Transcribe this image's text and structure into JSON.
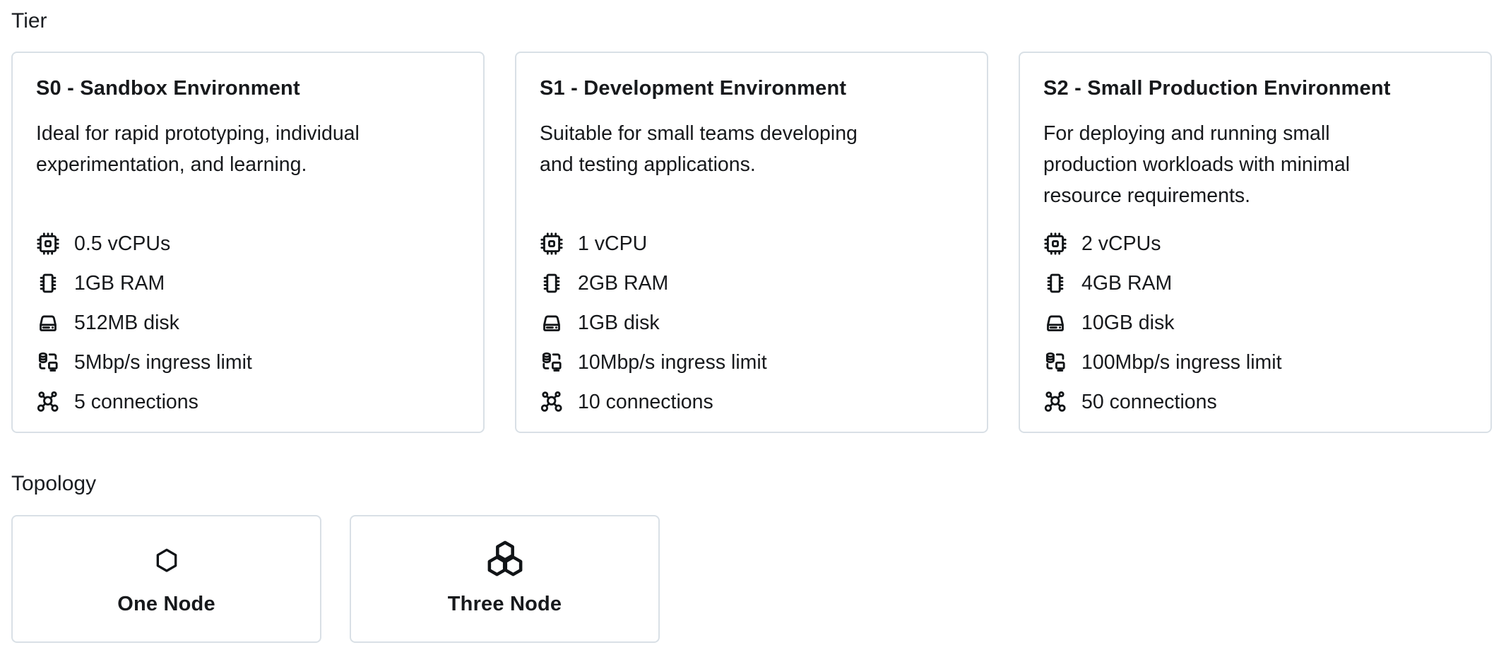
{
  "colors": {
    "background": "#ffffff",
    "card_border": "#d9e0e6",
    "text": "#17191c",
    "icon": "#111417"
  },
  "tier": {
    "label": "Tier",
    "cards": [
      {
        "title": "S0 - Sandbox Environment",
        "description": "Ideal for rapid prototyping, individual\nexperimentation, and learning.",
        "specs": [
          {
            "icon": "cpu-icon",
            "text": "0.5 vCPUs"
          },
          {
            "icon": "ram-icon",
            "text": "1GB RAM"
          },
          {
            "icon": "disk-icon",
            "text": "512MB disk"
          },
          {
            "icon": "ingress-icon",
            "text": "5Mbp/s ingress limit"
          },
          {
            "icon": "connections-icon",
            "text": "5 connections"
          }
        ]
      },
      {
        "title": "S1 - Development Environment",
        "description": "Suitable for small teams developing\nand testing applications.",
        "specs": [
          {
            "icon": "cpu-icon",
            "text": "1 vCPU"
          },
          {
            "icon": "ram-icon",
            "text": "2GB RAM"
          },
          {
            "icon": "disk-icon",
            "text": "1GB disk"
          },
          {
            "icon": "ingress-icon",
            "text": "10Mbp/s ingress limit"
          },
          {
            "icon": "connections-icon",
            "text": "10 connections"
          }
        ]
      },
      {
        "title": "S2 - Small Production Environment",
        "description": "For deploying and running small\nproduction workloads with minimal\nresource requirements.",
        "specs": [
          {
            "icon": "cpu-icon",
            "text": "2 vCPUs"
          },
          {
            "icon": "ram-icon",
            "text": "4GB RAM"
          },
          {
            "icon": "disk-icon",
            "text": "10GB disk"
          },
          {
            "icon": "ingress-icon",
            "text": "100Mbp/s ingress limit"
          },
          {
            "icon": "connections-icon",
            "text": "50 connections"
          }
        ]
      }
    ]
  },
  "topology": {
    "label": "Topology",
    "options": [
      {
        "icon": "hexagon-icon",
        "label": "One Node"
      },
      {
        "icon": "hexagons-icon",
        "label": "Three Node"
      }
    ]
  }
}
